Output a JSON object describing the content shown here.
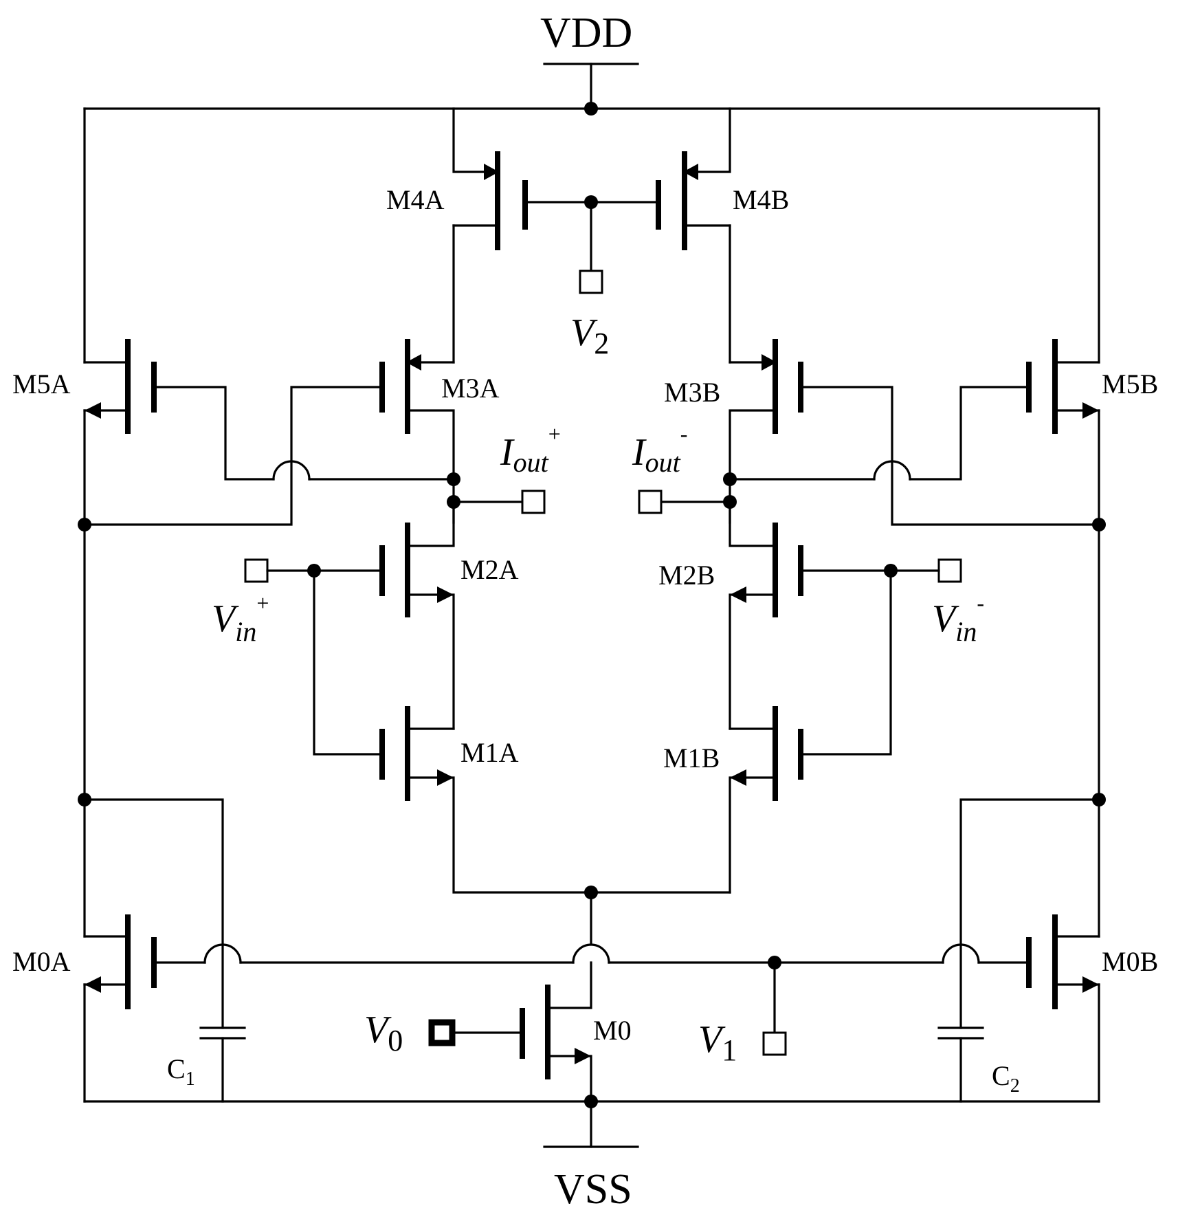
{
  "rails": {
    "vdd": "VDD",
    "vss": "VSS"
  },
  "transistors": {
    "m4a": "M4A",
    "m4b": "M4B",
    "m5a": "M5A",
    "m5b": "M5B",
    "m3a": "M3A",
    "m3b": "M3B",
    "m2a": "M2A",
    "m2b": "M2B",
    "m1a": "M1A",
    "m1b": "M1B",
    "m0a": "M0A",
    "m0b": "M0B",
    "m0": "M0"
  },
  "capacitors": {
    "c1": {
      "base": "C",
      "sub": "1"
    },
    "c2": {
      "base": "C",
      "sub": "2"
    }
  },
  "ports": {
    "v2": {
      "base": "V",
      "sub": "2",
      "sup": ""
    },
    "v0": {
      "base": "V",
      "sub": "0",
      "sup": ""
    },
    "v1": {
      "base": "V",
      "sub": "1",
      "sup": ""
    },
    "vin_pos": {
      "base": "V",
      "sub": "in",
      "sup": "+"
    },
    "vin_neg": {
      "base": "V",
      "sub": "in",
      "sup": "-"
    },
    "iout_pos": {
      "base": "I",
      "sub": "out",
      "sup": "+"
    },
    "iout_neg": {
      "base": "I",
      "sub": "out",
      "sup": "-"
    }
  }
}
